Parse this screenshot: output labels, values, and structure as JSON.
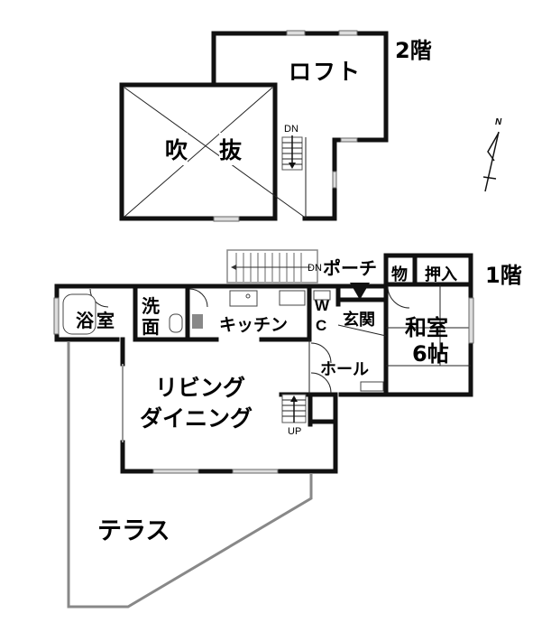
{
  "floors": {
    "second": {
      "label": "2階",
      "rooms": {
        "loft": "ロフト",
        "void_left": "吹",
        "void_right": "抜"
      },
      "stair_label": "DN"
    },
    "first": {
      "label": "1階",
      "rooms": {
        "porch": "ポーチ",
        "storage": "物",
        "closet": "押入",
        "bath_1": "浴",
        "bath_2": "室",
        "washroom_1": "洗",
        "washroom_2": "面",
        "kitchen": "キッチン",
        "wc_1": "W",
        "wc_2": "C",
        "entrance": "玄関",
        "japanese_room_1": "和室",
        "japanese_room_2": "6帖",
        "hall": "ホール",
        "living_1": "リビング",
        "living_2": "ダイニング",
        "terrace": "テラス"
      },
      "stair_up_label": "UP",
      "porch_stair_label": "DN"
    }
  },
  "compass": {
    "label": "N"
  },
  "colors": {
    "wall": "#111111",
    "window": "#dddddd",
    "terrace_edge": "#888888"
  }
}
